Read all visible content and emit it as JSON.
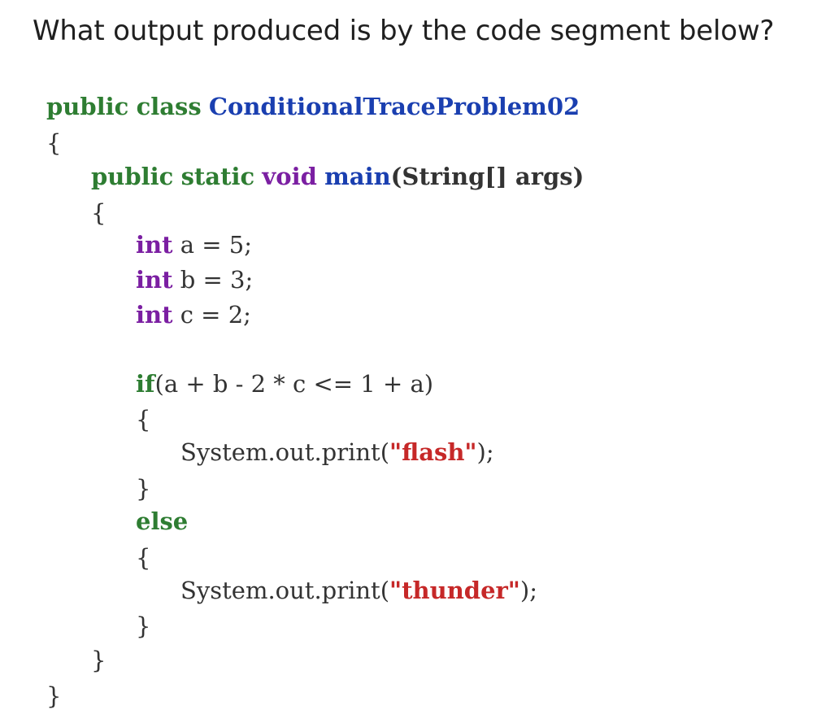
{
  "question": "What output produced is by the code segment below?",
  "code": {
    "line1": {
      "public": "public",
      "class": "class",
      "name": "ConditionalTraceProblem02"
    },
    "line2": "{",
    "line3": {
      "public": "public",
      "static": "static",
      "void": "void",
      "main": "main",
      "sig": "(String[] args)"
    },
    "line4": "{",
    "decl_a": {
      "type": "int",
      "rest": " a = 5;"
    },
    "decl_b": {
      "type": "int",
      "rest": " b = 3;"
    },
    "decl_c": {
      "type": "int",
      "rest": " c = 2;"
    },
    "if_line": {
      "kw": "if",
      "rest": "(a + b - 2 * c <= 1 + a)"
    },
    "if_open": "{",
    "print1": {
      "pre": "System.out.print(",
      "str": "\"flash\"",
      "post": ");"
    },
    "if_close": "}",
    "else_kw": "else",
    "else_open": "{",
    "print2": {
      "pre": "System.out.print(",
      "str": "\"thunder\"",
      "post": ");"
    },
    "else_close": "}",
    "main_close": "}",
    "class_close": "}"
  }
}
